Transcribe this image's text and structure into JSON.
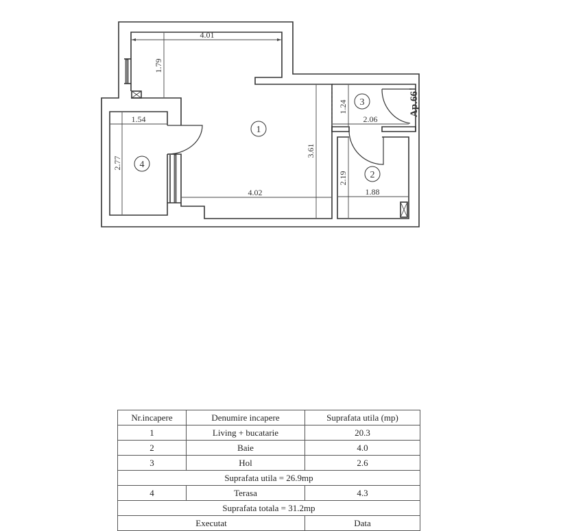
{
  "floor_plan": {
    "apartment_label": "Ap.66",
    "rooms": [
      {
        "number": "1",
        "name": "Living + bucatarie"
      },
      {
        "number": "2",
        "name": "Baie"
      },
      {
        "number": "3",
        "name": "Hol"
      },
      {
        "number": "4",
        "name": "Terasa"
      }
    ],
    "dimensions": {
      "top_width": "4.01",
      "top_depth": "1.79",
      "room1_width": "4.02",
      "room1_depth": "3.61",
      "room4_width": "1.54",
      "room4_depth": "2.77",
      "room3_width": "2.06",
      "room3_depth": "1.24",
      "room2_width": "1.88",
      "room2_depth": "2.19"
    }
  },
  "table": {
    "headers": [
      "Nr.incapere",
      "Denumire incapere",
      "Suprafata utila (mp)"
    ],
    "rows": [
      [
        "1",
        "Living + bucatarie",
        "20.3"
      ],
      [
        "2",
        "Baie",
        "4.0"
      ],
      [
        "3",
        "Hol",
        "2.6"
      ]
    ],
    "subtotal": "Suprafata utila = 26.9mp",
    "terrace_row": [
      "4",
      "Terasa",
      "4.3"
    ],
    "total": "Suprafata totala = 31.2mp",
    "footer": [
      "Executat",
      "Data"
    ]
  }
}
